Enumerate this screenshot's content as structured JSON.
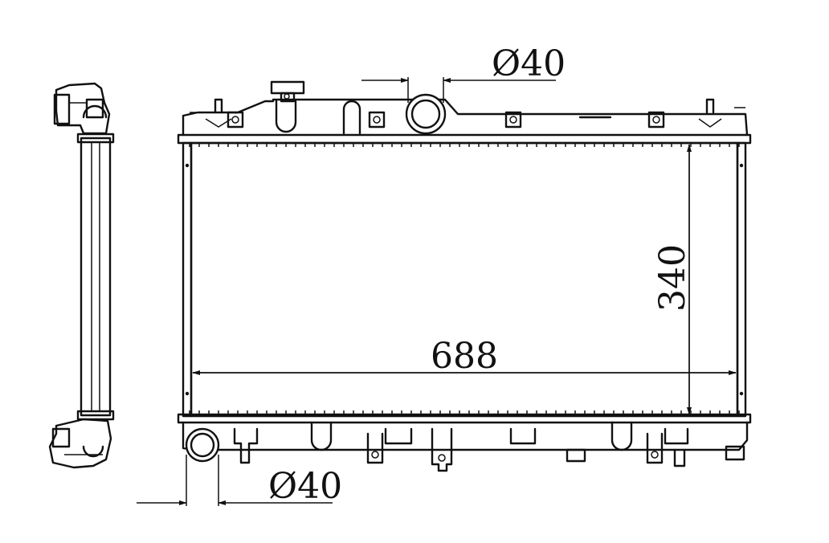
{
  "dimensions": {
    "top_pipe_diameter": "Ø40",
    "bottom_pipe_diameter": "Ø40",
    "core_width": "688",
    "core_height": "340"
  },
  "colors": {
    "line": "#111111",
    "background": "#ffffff"
  },
  "views": [
    "side-view",
    "front-view"
  ]
}
